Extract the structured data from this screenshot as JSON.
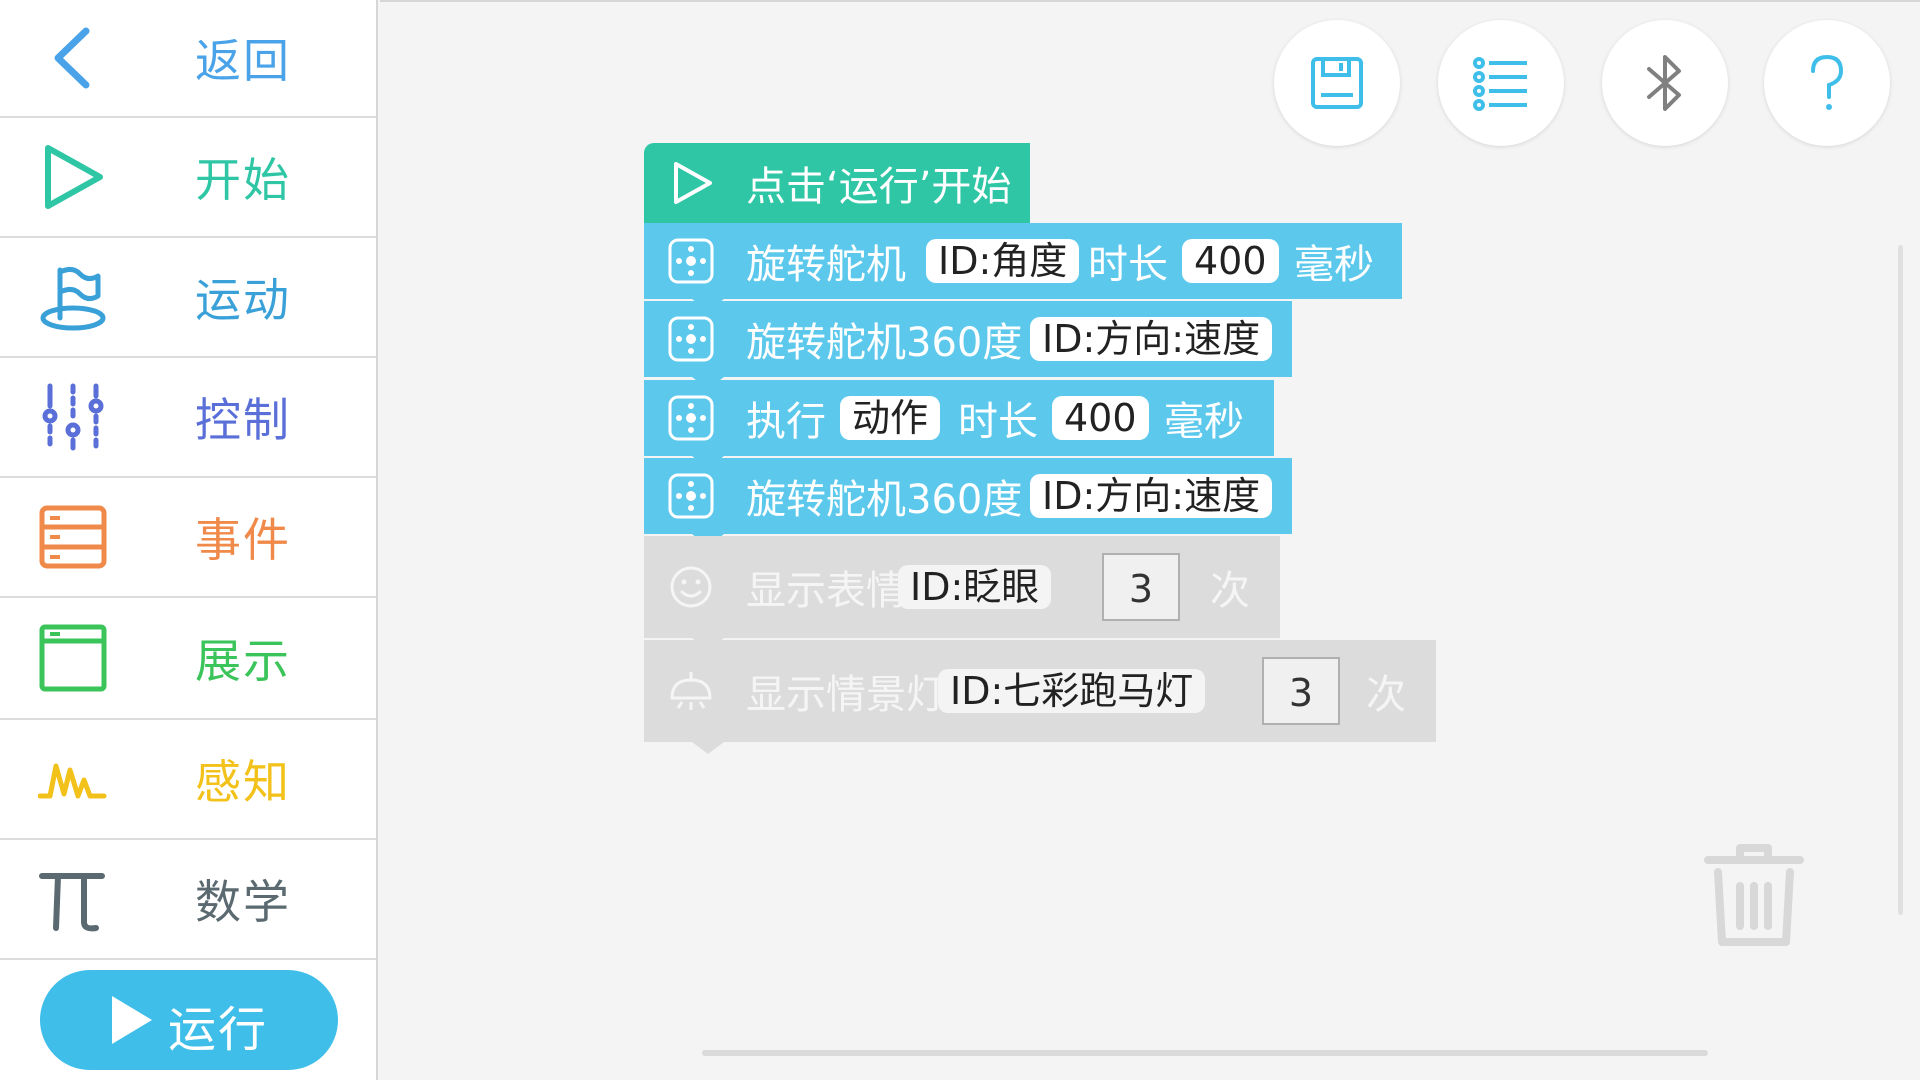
{
  "sidebar": {
    "back": {
      "label": "返回",
      "color": "#4aa3e8",
      "icon": "chevron-left-icon"
    },
    "items": [
      {
        "label": "开始",
        "color": "#2ec6a4",
        "icon": "play-triangle-icon"
      },
      {
        "label": "运动",
        "color": "#3aa0d8",
        "icon": "motion-flag-icon"
      },
      {
        "label": "控制",
        "color": "#5a6fd8",
        "icon": "sliders-icon"
      },
      {
        "label": "事件",
        "color": "#f08a4a",
        "icon": "event-list-icon"
      },
      {
        "label": "展示",
        "color": "#3ac45a",
        "icon": "display-window-icon"
      },
      {
        "label": "感知",
        "color": "#f2c21a",
        "icon": "sense-wave-icon"
      },
      {
        "label": "数学",
        "color": "#5a6a70",
        "icon": "pi-icon"
      }
    ],
    "run_button": {
      "label": "运行",
      "color": "#3fbee9"
    }
  },
  "toolbar": {
    "buttons": [
      {
        "name": "save",
        "icon": "save-icon"
      },
      {
        "name": "list",
        "icon": "list-icon"
      },
      {
        "name": "bluetooth",
        "icon": "bluetooth-icon"
      },
      {
        "name": "help",
        "icon": "help-icon",
        "text": "?"
      }
    ],
    "accent": "#3fbee9"
  },
  "blocks": {
    "start": {
      "label": "点击‘运行’开始",
      "color": "#2ec6a4"
    },
    "servo_rotate": {
      "label": "旋转舵机",
      "param": "ID:角度",
      "duration_label": "时长",
      "duration": "400",
      "unit": "毫秒",
      "color": "#5bc8ec"
    },
    "servo360_a": {
      "label": "旋转舵机360度",
      "param": "ID:方向:速度",
      "color": "#5bc8ec"
    },
    "action": {
      "label": "执行",
      "param": "动作",
      "duration_label": "时长",
      "duration": "400",
      "unit": "毫秒",
      "color": "#5bc8ec"
    },
    "servo360_b": {
      "label": "旋转舵机360度",
      "param": "ID:方向:速度",
      "color": "#5bc8ec"
    },
    "expression": {
      "label": "显示表情",
      "param": "ID:眨眼",
      "count": "3",
      "unit": "次",
      "color": "#dcdcdc"
    },
    "light": {
      "label": "显示情景灯",
      "param": "ID:七彩跑马灯",
      "count": "3",
      "unit": "次",
      "color": "#dcdcdc"
    }
  }
}
